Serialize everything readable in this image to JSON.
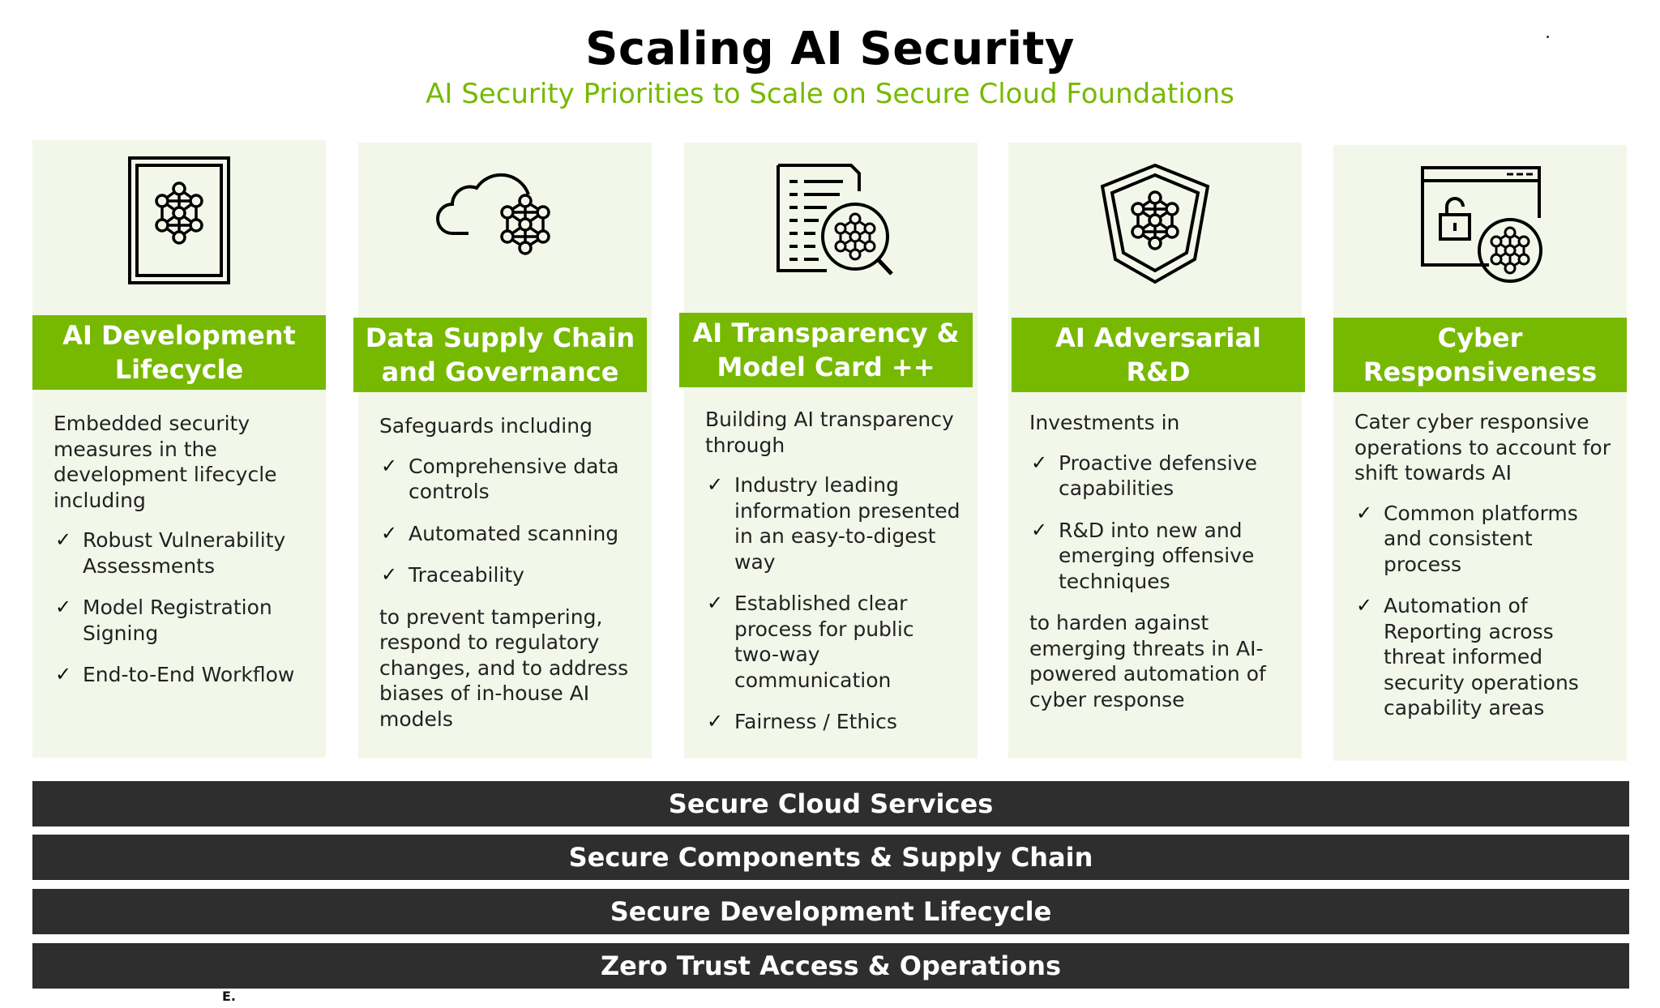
{
  "header": {
    "title": "Scaling AI Security",
    "subtitle": "AI Security Priorities to Scale on Secure Cloud Foundations"
  },
  "colors": {
    "accent": "#76b900",
    "card_bg": "#f2f7ea",
    "bar_bg": "#2e2e2e"
  },
  "pillars": [
    {
      "icon": "framed-neural-network-icon",
      "title": "AI Development Lifecycle",
      "intro": "Embedded security measures in the development lifecycle including",
      "items": [
        "Robust Vulnerability Assessments",
        "Model Registration Signing",
        "End-to-End Workflow"
      ],
      "outro": ""
    },
    {
      "icon": "cloud-neural-network-icon",
      "title": "Data Supply Chain and Governance",
      "intro": "Safeguards including",
      "items": [
        "Comprehensive data controls",
        "Automated scanning",
        "Traceability"
      ],
      "outro": "to prevent tampering, respond to regulatory changes, and to address biases of in-house AI models"
    },
    {
      "icon": "document-magnifier-icon",
      "title": "AI Transparency & Model Card ++",
      "intro": "Building AI transparency through",
      "items": [
        "Industry leading information presented in an easy-to-digest way",
        "Established clear process for public two-way communication",
        "Fairness / Ethics"
      ],
      "outro": ""
    },
    {
      "icon": "shield-neural-network-icon",
      "title": "AI Adversarial R&D",
      "intro": "Investments in",
      "items": [
        "Proactive defensive capabilities",
        "R&D into new and emerging offensive techniques"
      ],
      "outro": "to harden against emerging threats in AI-powered automation of cyber response"
    },
    {
      "icon": "browser-lock-network-icon",
      "title": "Cyber Responsiveness",
      "intro": "Cater cyber responsive operations to account for shift towards AI",
      "items": [
        "Common platforms and consistent process",
        "Automation of Reporting across threat informed security operations capability areas"
      ],
      "outro": ""
    }
  ],
  "foundation_bars": [
    "Secure Cloud Services",
    "Secure Components & Supply Chain",
    "Secure Development Lifecycle",
    "Zero Trust Access & Operations"
  ],
  "footnote": "E."
}
